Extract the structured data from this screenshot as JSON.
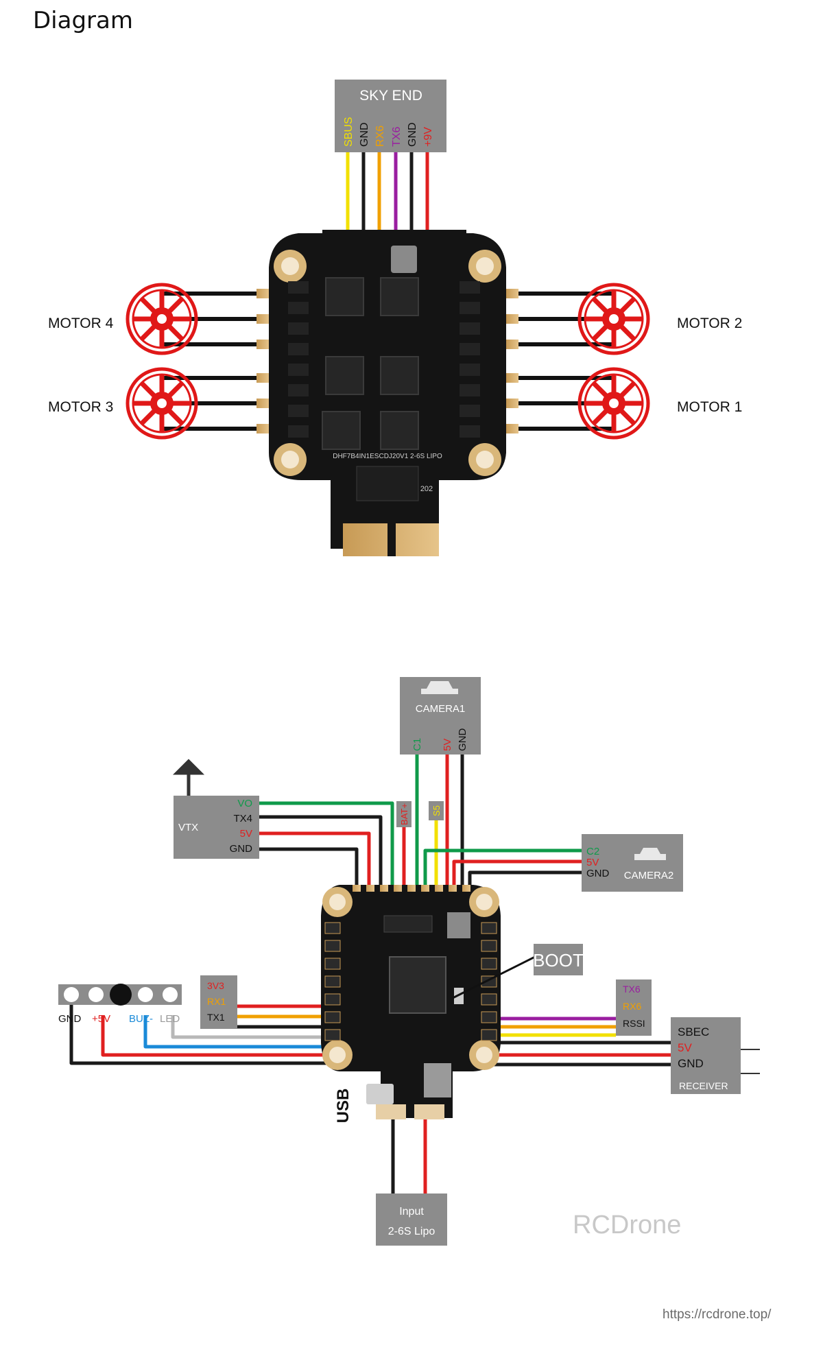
{
  "page": {
    "title": "Diagram",
    "watermark": "RCDrone",
    "url": "https://rcdrone.top/"
  },
  "top_diagram": {
    "sky_end": {
      "title": "SKY END",
      "pins": [
        {
          "label": "SBUS",
          "color": "#f2e000"
        },
        {
          "label": "GND",
          "color": "#1a1a1a"
        },
        {
          "label": "RX6",
          "color": "#f0a000"
        },
        {
          "label": "TX6",
          "color": "#9a1ea0"
        },
        {
          "label": "GND",
          "color": "#1a1a1a"
        },
        {
          "label": "+9V",
          "color": "#e02020"
        }
      ]
    },
    "board_silkscreen": "DHF7B4IN1ESCDJ20V1 2-6S LIPO",
    "board_marking": "202",
    "motors": {
      "motor4": "MOTOR 4",
      "motor3": "MOTOR 3",
      "motor2": "MOTOR 2",
      "motor1": "MOTOR 1"
    },
    "motor_color": "#e01818"
  },
  "bottom_diagram": {
    "camera1": {
      "title": "CAMERA1",
      "pins": [
        {
          "label": "C1",
          "color": "#0f9a4a"
        },
        {
          "label": "5V",
          "color": "#e02020"
        },
        {
          "label": "GND",
          "color": "#1a1a1a"
        }
      ]
    },
    "camera2": {
      "title": "CAMERA2",
      "pins": [
        {
          "label": "C2",
          "color": "#0f9a4a"
        },
        {
          "label": "5V",
          "color": "#e02020"
        },
        {
          "label": "GND",
          "color": "#1a1a1a"
        }
      ]
    },
    "vtx": {
      "title": "VTX",
      "pins": [
        {
          "label": "VO",
          "color": "#0f9a4a"
        },
        {
          "label": "TX4",
          "color": "#1a1a1a"
        },
        {
          "label": "5V",
          "color": "#e02020"
        },
        {
          "label": "GND",
          "color": "#1a1a1a"
        }
      ]
    },
    "bat_label": "BAT+",
    "s5_label": "S5",
    "boot_label": "BOOT",
    "usb_label": "USB",
    "uart1": {
      "pins": [
        {
          "label": "3V3",
          "color": "#e02020"
        },
        {
          "label": "RX1",
          "color": "#f0a000"
        },
        {
          "label": "TX1",
          "color": "#1a1a1a"
        }
      ]
    },
    "uart6": {
      "pins": [
        {
          "label": "TX6",
          "color": "#9a1ea0"
        },
        {
          "label": "RX6",
          "color": "#f0a000"
        },
        {
          "label": "RSSI",
          "color": "#1a1a1a"
        }
      ]
    },
    "buzzer_led": {
      "pins": [
        {
          "label": "GND",
          "color": "#1a1a1a"
        },
        {
          "label": "+5V",
          "color": "#e02020"
        },
        {
          "label": "BUZ-",
          "color": "#1a8ad8"
        },
        {
          "label": "LED",
          "color": "#9a9a9a"
        }
      ]
    },
    "receiver": {
      "pins": [
        {
          "label": "SBEC",
          "color": "#1a1a1a"
        },
        {
          "label": "5V",
          "color": "#e02020"
        },
        {
          "label": "GND",
          "color": "#1a1a1a"
        }
      ],
      "title": "RECEIVER"
    },
    "input": {
      "line1": "Input",
      "line2": "2-6S Lipo"
    }
  }
}
